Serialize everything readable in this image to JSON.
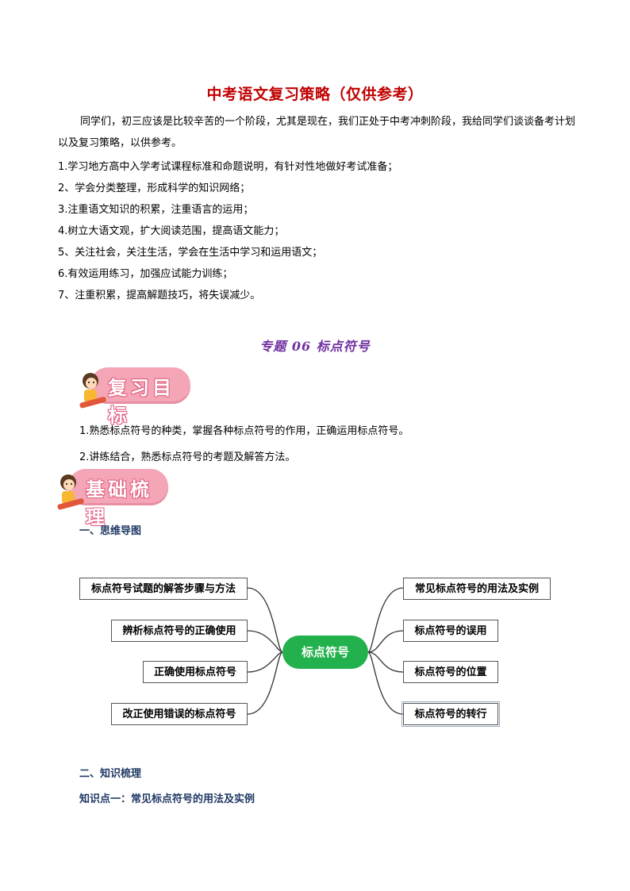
{
  "header": {
    "title": "中考语文复习策略（仅供参考）",
    "intro": "同学们，初三应该是比较辛苦的一个阶段，尤其是现在，我们正处于中考冲刺阶段，我给同学们谈谈备考计划以及复习策略，以供参考。"
  },
  "strategies": [
    "1.学习地方高中入学考试课程标准和命题说明，有针对性地做好考试准备；",
    "2、学会分类整理，形成科学的知识网络；",
    "3.注重语文知识的积累，注重语言的运用；",
    "4.树立大语文观，扩大阅读范围，提高语文能力；",
    "5、关注社会，关注生活，学会在生活中学习和运用语文；",
    "6.有效运用练习，加强应试能力训练；",
    "7、注重积累，提高解题技巧，将失误减少。"
  ],
  "subject_title": "专题 06 标点符号",
  "badges": {
    "goals": "复习目标",
    "basics": "基础梳理"
  },
  "goals": [
    "1.熟悉标点符号的种类，掌握各种标点符号的作用，正确运用标点符号。",
    "2.讲练结合，熟悉标点符号的考题及解答方法。"
  ],
  "sections": {
    "mindmap": "一、思维导图",
    "knowledge": "二、知识梳理",
    "point1": "知识点一：常见标点符号的用法及实例"
  },
  "mindmap": {
    "center": "标点符号",
    "left": [
      "标点符号试题的解答步骤与方法",
      "辨析标点符号的正确使用",
      "正确使用标点符号",
      "改正使用错误的标点符号"
    ],
    "right": [
      "常见标点符号的用法及实例",
      "标点符号的误用",
      "标点符号的位置",
      "标点符号的转行"
    ]
  }
}
